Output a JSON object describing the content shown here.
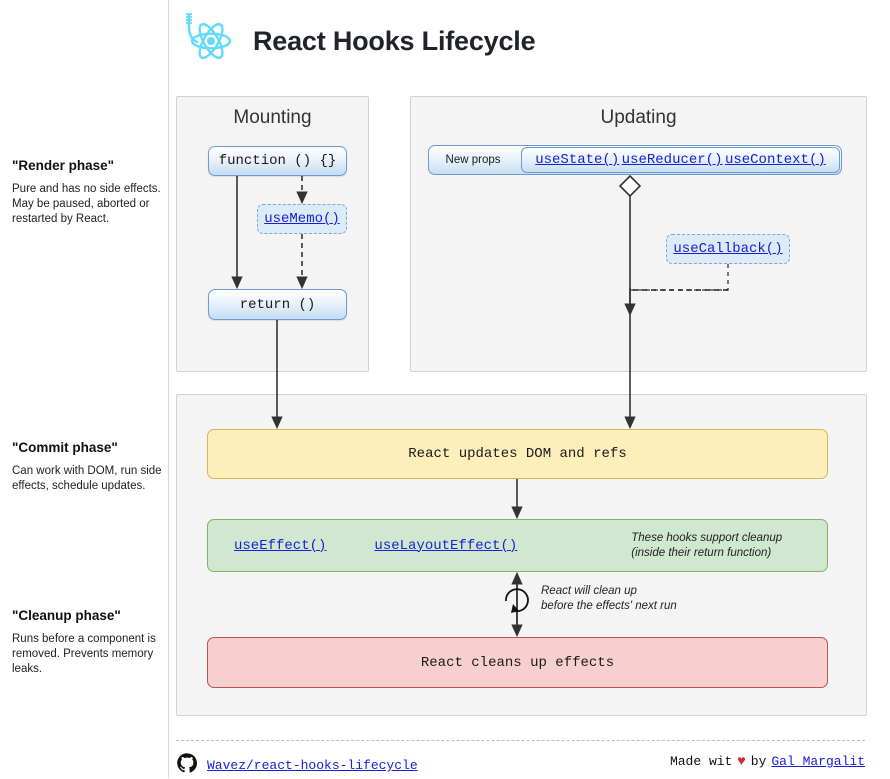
{
  "header": {
    "title": "React Hooks Lifecycle",
    "logo_icon": "react-atom-hook-logo",
    "logo_color": "#61dafb"
  },
  "phases": [
    {
      "id": "render",
      "title": "\"Render phase\"",
      "description": "Pure and has no side effects. May be paused, aborted or restarted by React."
    },
    {
      "id": "commit",
      "title": "\"Commit phase\"",
      "description": "Can work with DOM, run side effects, schedule updates."
    },
    {
      "id": "cleanup",
      "title": "\"Cleanup phase\"",
      "description": "Runs before a component is removed. Prevents memory leaks."
    }
  ],
  "mounting": {
    "title": "Mounting",
    "function_node": "function () {}",
    "usememo_node": "useMemo()",
    "return_node": "return ()"
  },
  "updating": {
    "title": "Updating",
    "new_props_label": "New props",
    "hooks": [
      "useState()",
      "useReducer()",
      "useContext()"
    ],
    "usecallback_node": "useCallback()"
  },
  "commit": {
    "dom_node": "React updates DOM and refs",
    "effect_hooks": [
      "useEffect()",
      "useLayoutEffect()"
    ],
    "effects_note_line1": "These hooks support cleanup",
    "effects_note_line2": "(inside their return function)",
    "cleanup_note_line1": "React will clean up",
    "cleanup_note_line2": "before the effects' next run",
    "cleanup_node": "React cleans up effects"
  },
  "footer": {
    "github_icon": "github-icon",
    "repo_label": "Wavez/react-hooks-lifecycle",
    "made_prefix": "Made wit",
    "heart": "♥",
    "made_by": "by",
    "author": "Gal Margalit"
  },
  "colors": {
    "react_blue": "#61dafb",
    "link_blue": "#1a20d8",
    "node_blue_border": "#6b9bd2",
    "yellow_fill": "#fdeeba",
    "yellow_border": "#d6b656",
    "green_fill": "#cfe8cf",
    "green_border": "#82b366",
    "red_fill": "#f8cfcf",
    "red_border": "#b85450",
    "panel_fill": "#f4f4f4"
  }
}
